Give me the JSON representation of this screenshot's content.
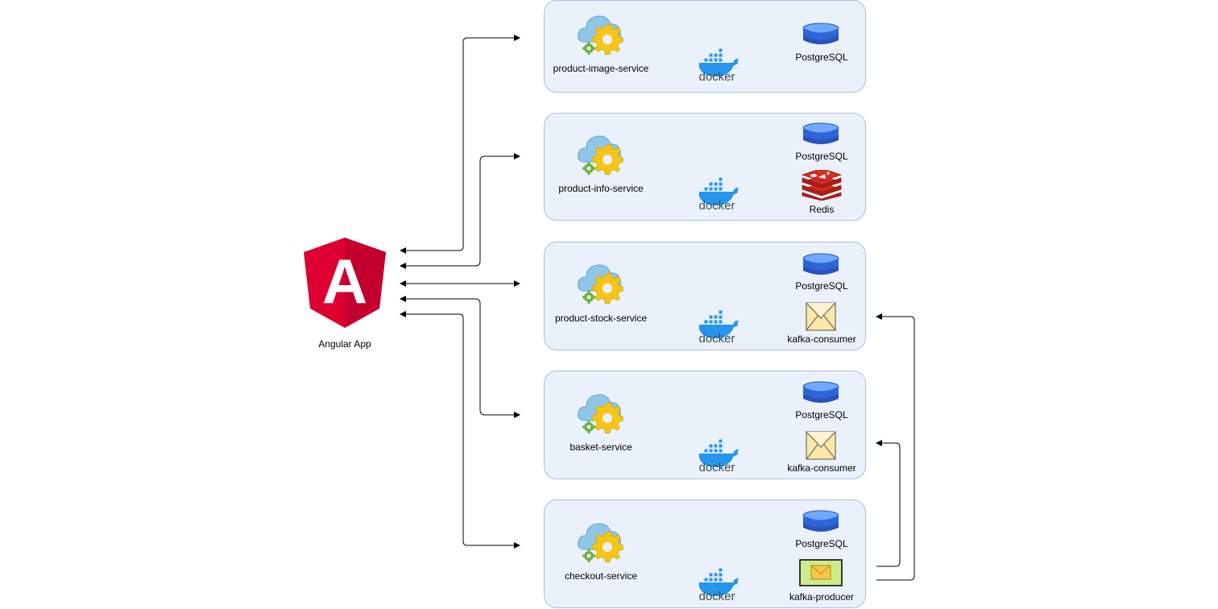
{
  "client": {
    "label": "Angular App",
    "logo_letter": "A"
  },
  "services": [
    {
      "name": "product-image-service",
      "docker": "docker",
      "deps": [
        {
          "type": "db",
          "label": "PostgreSQL"
        }
      ]
    },
    {
      "name": "product-info-service",
      "docker": "docker",
      "deps": [
        {
          "type": "db",
          "label": "PostgreSQL"
        },
        {
          "type": "redis",
          "label": "Redis"
        }
      ]
    },
    {
      "name": "product-stock-service",
      "docker": "docker",
      "deps": [
        {
          "type": "db",
          "label": "PostgreSQL"
        },
        {
          "type": "kafka-consumer",
          "label": "kafka-consumer"
        }
      ]
    },
    {
      "name": "basket-service",
      "docker": "docker",
      "deps": [
        {
          "type": "db",
          "label": "PostgreSQL"
        },
        {
          "type": "kafka-consumer",
          "label": "kafka-consumer"
        }
      ]
    },
    {
      "name": "checkout-service",
      "docker": "docker",
      "deps": [
        {
          "type": "db",
          "label": "PostgreSQL"
        },
        {
          "type": "kafka-producer",
          "label": "kafka-producer"
        }
      ]
    }
  ],
  "colors": {
    "box_fill": "#ebf1fb",
    "box_stroke": "#a9bfdd",
    "angular_red": "#dd0031",
    "angular_dark": "#c3002f",
    "db_blue": "#2a52be",
    "redis_red": "#d82c20",
    "docker_blue": "#2496ed",
    "envelope_fill": "#fbe8a6",
    "producer_green": "#cdeb8b"
  }
}
